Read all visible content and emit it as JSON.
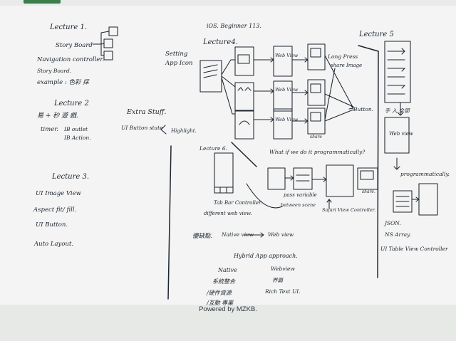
{
  "footer": {
    "text": "Powered by MZKB."
  },
  "sketch": {
    "lecture1": {
      "title": "Lecture 1.",
      "storyboard": "Story Board",
      "nav": "Navigation controller.",
      "storyboard2": "Story Board.",
      "example": "example : 色彩 採"
    },
    "lecture2": {
      "title": "Lecture 2",
      "line1": "易 + 秒 遊 戲.",
      "timer": "timer.",
      "outlet": "IB outlet",
      "action": "IB Action."
    },
    "lecture3": {
      "title": "Lecture 3.",
      "item1": "UI Image View",
      "item2": "Aspect fit/ fill.",
      "item3": "UI Button.",
      "item4": "Auto Layout."
    },
    "extra": {
      "title": "Extra Stuff.",
      "state": "UI Button state",
      "highlight": "Highlight."
    },
    "lecture4": {
      "title": "Lecture4.",
      "header": "iOS. Beginner 113.",
      "setting": "Setting",
      "appicon": "App Icon",
      "webview1": "Web View",
      "webview2": "Web View",
      "webview3": "Web View",
      "longpress": "Long Press",
      "share": "share Image",
      "share2": "share",
      "button": "Button."
    },
    "lecture5": {
      "title": "Lecture 5",
      "import": "手 入 全部",
      "webview": "Web view",
      "programmatically": "programmatically.",
      "json": "JSON.",
      "nsarray": "NS Array.",
      "tableview": "UI Table View Controller"
    },
    "lecture6": {
      "title": "Lecture 6.",
      "question": "What if we do it programmatically?",
      "pass": "pass variable",
      "between": "between scene",
      "safari": "Safari View Controller.",
      "share": "share.",
      "tabbar": "Tab Bar Controller.",
      "different": "different web view."
    },
    "hybrid": {
      "compare": "優缺點.",
      "native": "Native view",
      "web": "Web view",
      "title": "Hybrid App approach.",
      "native2": "Native",
      "webview2": "Webview",
      "sys": "系統整合",
      "hw": "/硬件資源",
      "perf": "/互動 專業",
      "ui": "界面",
      "rich": "Rich Text UI."
    }
  }
}
